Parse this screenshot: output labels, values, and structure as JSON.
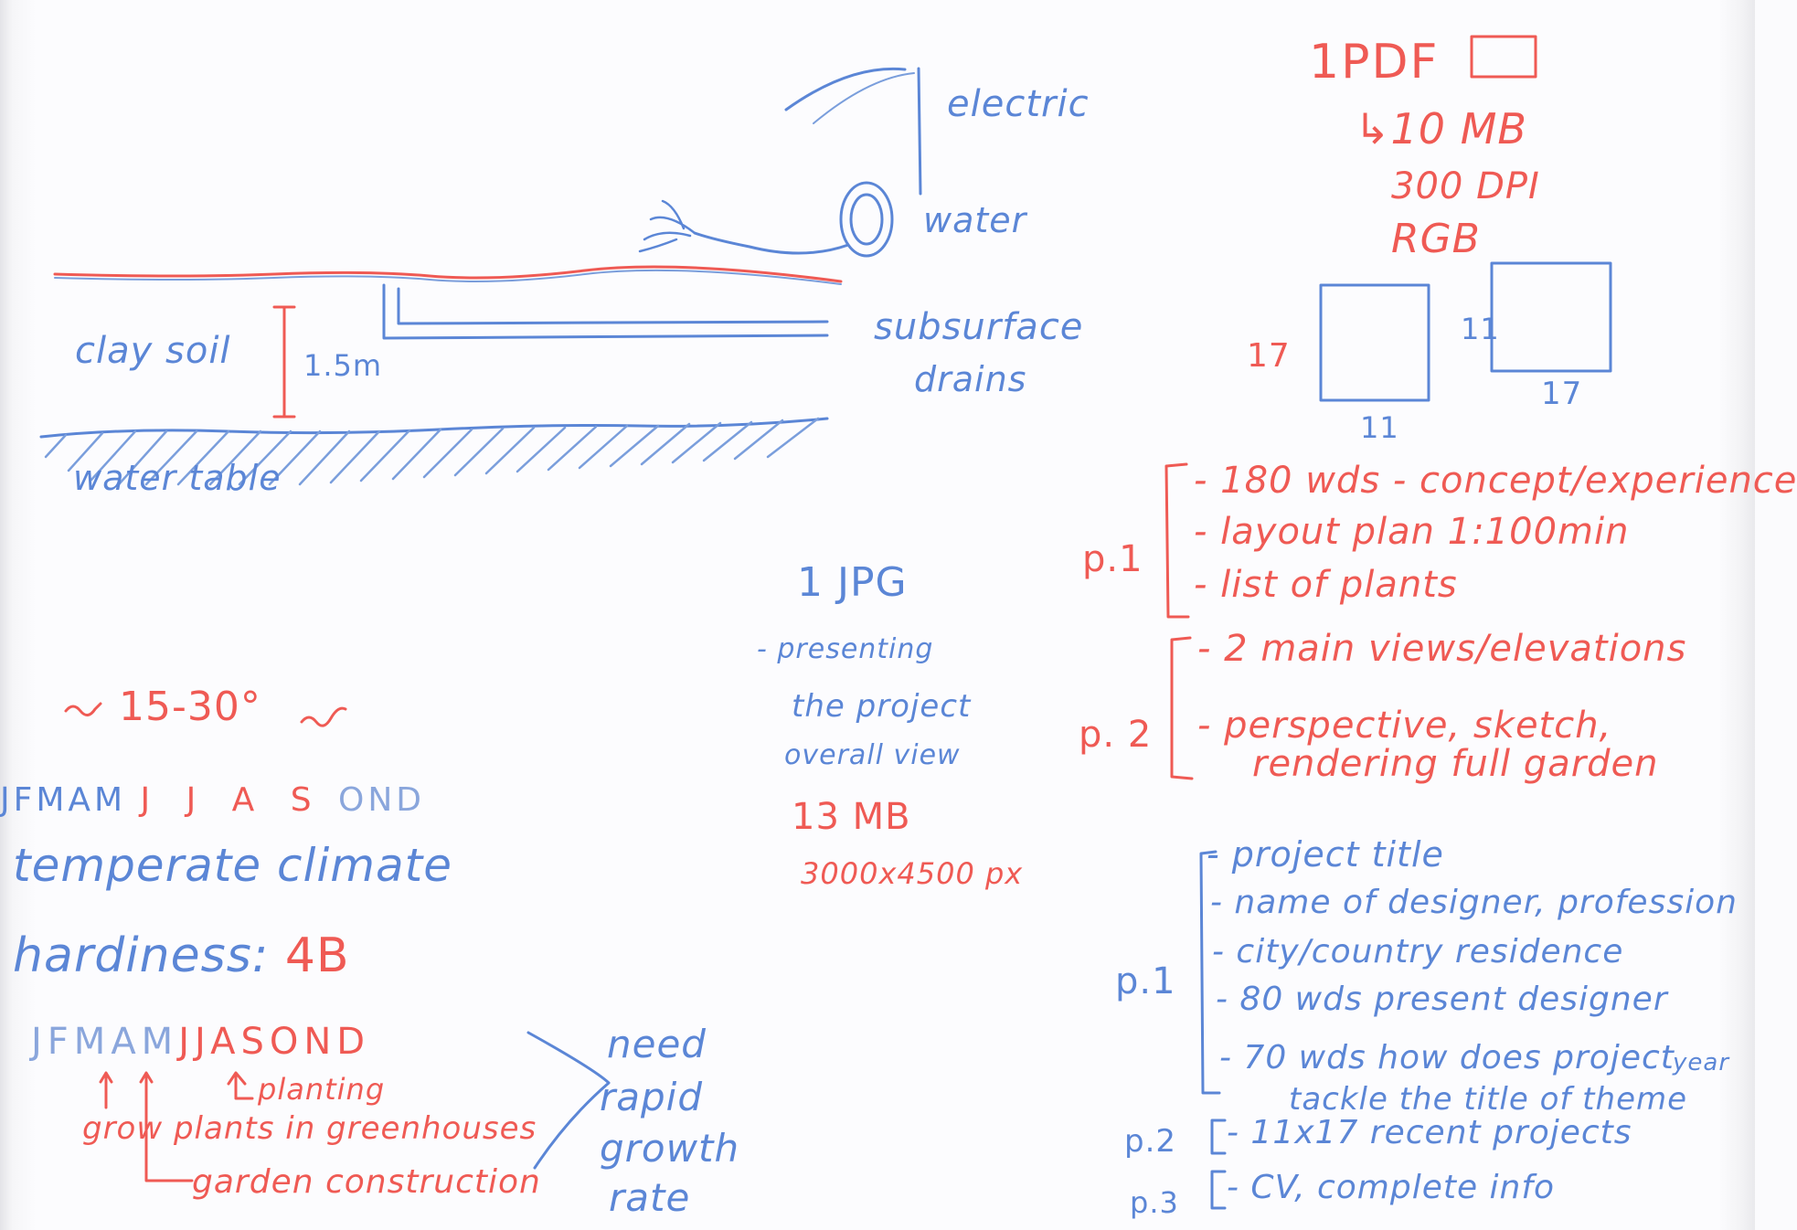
{
  "colors": {
    "blue_pencil": "#5b86d6",
    "red_pencil": "#ef5a54",
    "paper": "#fbfbfd"
  },
  "section_diagram": {
    "electric": "electric",
    "water": "water",
    "subsurface": "subsurface",
    "drains": "drains",
    "clay_soil": "clay soil",
    "depth": "1.5m",
    "water_table": "water table"
  },
  "pdf_spec": {
    "title": "1PDF",
    "size": "↳10 MB",
    "dpi": "300 DPI",
    "color": "RGB",
    "dim_a": "17",
    "dim_b": "11",
    "dim_c": "11",
    "dim_d": "17"
  },
  "pdf_p1": {
    "label": "p.1",
    "items": [
      "- 180 wds - concept/experience",
      "- layout plan 1:100min",
      "- list of plants"
    ]
  },
  "pdf_p2": {
    "label": "p. 2",
    "items": [
      "- 2 main views/elevations",
      "- perspective, sketch,",
      "rendering full garden"
    ]
  },
  "jpg_spec": {
    "title": "1 JPG",
    "line1": "- presenting",
    "line2": "the project",
    "line3": "overall view",
    "size": "13 MB",
    "pixels": "3000x4500 px"
  },
  "climate": {
    "temp_range": "15-30°",
    "months_top_blue1": "JFMAM",
    "months_top_red": "J J A S",
    "months_top_blue2": "OND",
    "climate": "temperate climate",
    "hardiness_label": "hardiness:",
    "hardiness_value": "4B",
    "months_bottom_blue1": "JFMAM",
    "months_bottom_red": "JJASOND",
    "planting": "planting",
    "greenhouses": "grow plants in greenhouses",
    "construction": "garden construction",
    "need1": "need",
    "need2": "rapid",
    "need3": "growth",
    "need4": "rate"
  },
  "portfolio_p1": {
    "label": "p.1",
    "items": [
      "- project title",
      "- name of designer, profession",
      "- city/country residence",
      "- 80 wds present designer",
      "- 70 wds how does project",
      "tackle the title of theme"
    ],
    "year": "year"
  },
  "portfolio_p2": {
    "label": "p.2",
    "item": "- 11x17 recent projects"
  },
  "portfolio_p3": {
    "label": "p.3",
    "item": "- CV, complete info"
  }
}
